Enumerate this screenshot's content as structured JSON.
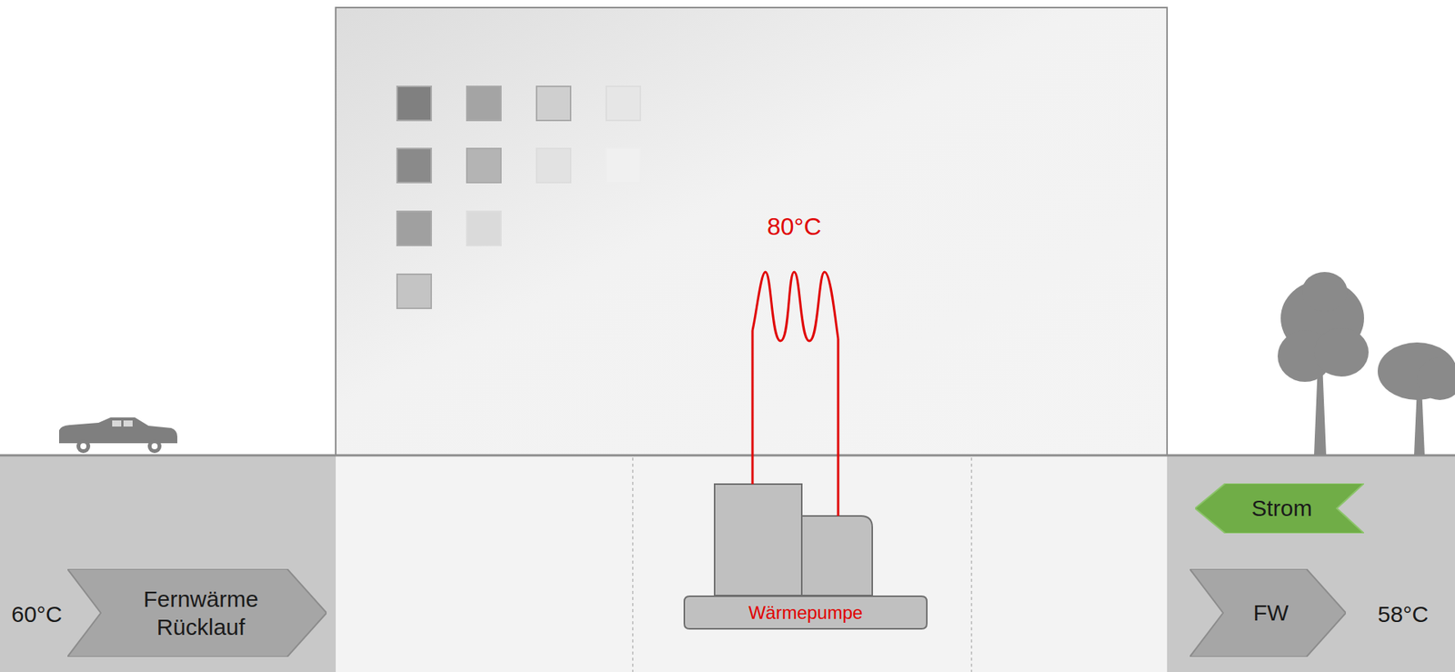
{
  "diagram": {
    "nodes": [
      {
        "text": [
          "Fernwärme Rücklauf"
        ]
      },
      {
        "text": [
          "Wärmepumpe"
        ]
      },
      {
        "text": [
          "Strom"
        ]
      },
      {
        "text": [
          "FW"
        ]
      }
    ],
    "labels": [
      "80°C",
      "60°C",
      "58°C"
    ]
  }
}
